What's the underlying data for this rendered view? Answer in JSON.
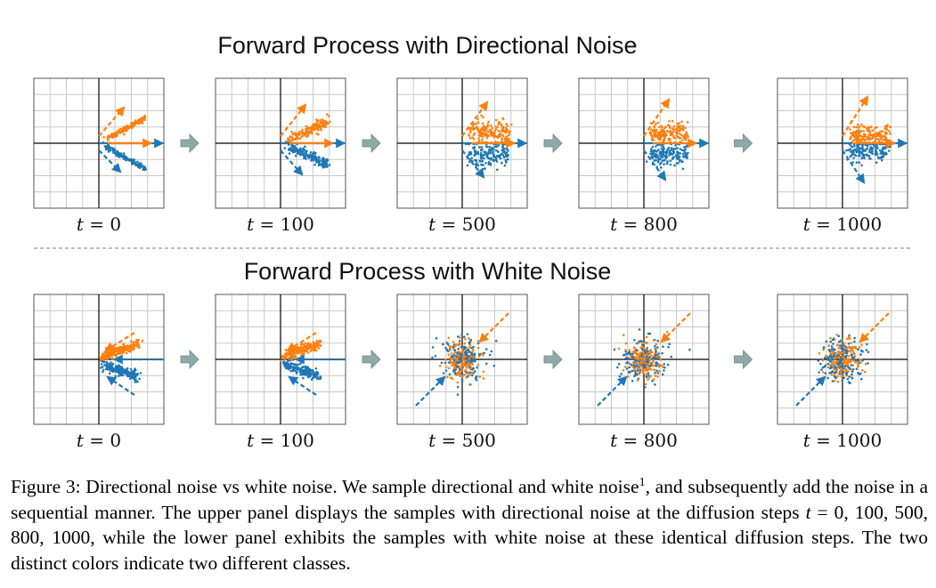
{
  "figure": {
    "panels": [
      {
        "title": "Forward Process with Directional Noise",
        "steps": [
          "0",
          "100",
          "500",
          "800",
          "1000"
        ],
        "noise": "directional"
      },
      {
        "title": "Forward Process with White Noise",
        "steps": [
          "0",
          "100",
          "500",
          "800",
          "1000"
        ],
        "noise": "white"
      }
    ],
    "time_symbol": "t",
    "colors": {
      "class_a": "#ff7f0e",
      "class_b": "#1f77b4",
      "arrow": "#8fa8a8",
      "grid": "#c8c8c8",
      "axis": "#000000",
      "divider": "#999999"
    }
  },
  "caption": {
    "label": "Figure 3:",
    "part1": "Directional noise vs white noise. We sample directional and white noise",
    "footnote": "1",
    "part2": ", and subsequently add the noise in a sequential manner. The upper panel displays the samples with directional noise at the diffusion steps ",
    "var": "t",
    "part3": " = 0, 100, 500, 800, 1000, while the lower panel exhibits the samples with white noise at these identical diffusion steps. The two distinct colors indicate two different classes."
  }
}
